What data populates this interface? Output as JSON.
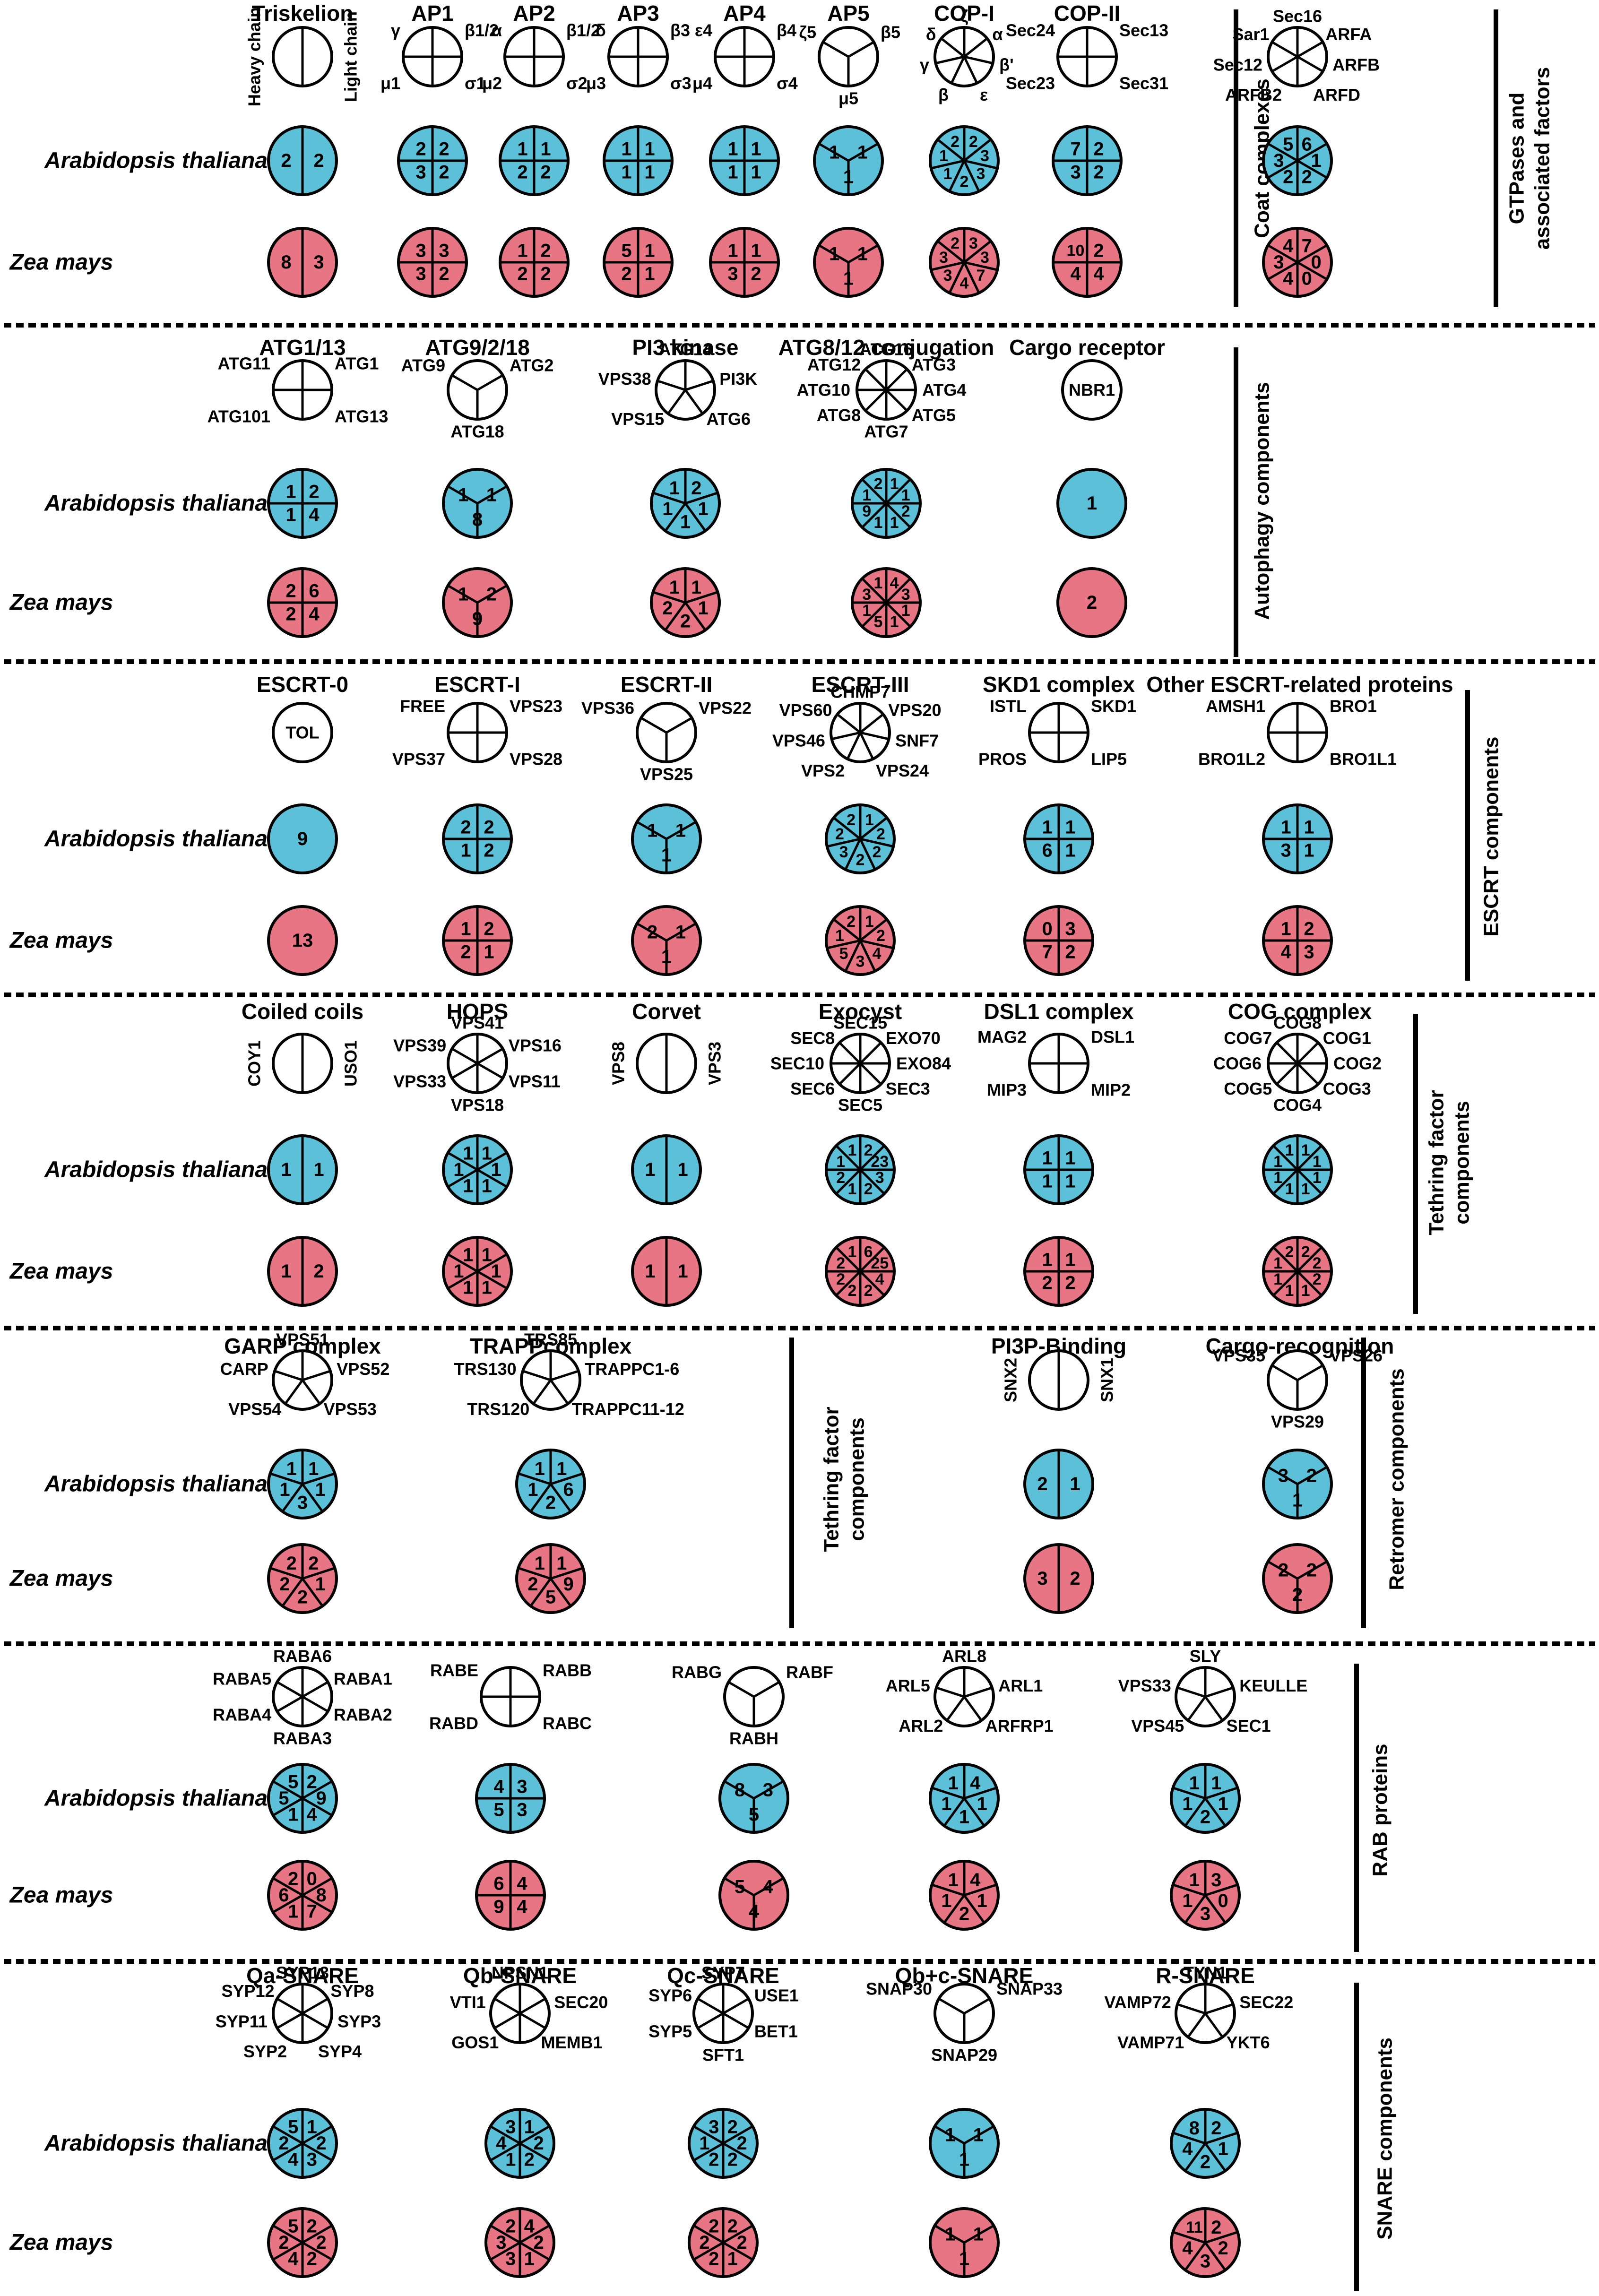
{
  "species": {
    "at": "Arabidopsis thaliana",
    "zm": "Zea mays"
  },
  "colors": {
    "at": "#5bc0d8",
    "zm": "#e87583",
    "line": "#000000"
  },
  "side_labels": [
    {
      "text": "Coat complexes"
    },
    {
      "text": "GTPases and associated factors"
    },
    {
      "text": "Autophagy components"
    },
    {
      "text": "ESCRT components"
    },
    {
      "text": "Tethring factor components"
    },
    {
      "text": "Tethring factor components"
    },
    {
      "text": "Retromer components"
    },
    {
      "text": "RAB proteins"
    },
    {
      "text": "SNARE components"
    }
  ],
  "complexes": [
    {
      "title": "Triskelion",
      "pattern": "v2",
      "labels": [
        "Heavy chain",
        "Light chain"
      ],
      "at": [
        "2",
        "2"
      ],
      "zm": [
        "8",
        "3"
      ]
    },
    {
      "title": "AP1",
      "pattern": "x4",
      "labels": [
        "γ",
        "β1/2",
        "μ1",
        "σ1"
      ],
      "at": [
        "3",
        "2",
        "2",
        "2"
      ],
      "zm": [
        "3",
        "2",
        "3",
        "3"
      ]
    },
    {
      "title": "AP2",
      "pattern": "x4",
      "labels": [
        "α",
        "β1/2",
        "μ2",
        "σ2"
      ],
      "at": [
        "2",
        "2",
        "1",
        "1"
      ],
      "zm": [
        "2",
        "2",
        "1",
        "2"
      ]
    },
    {
      "title": "AP3",
      "pattern": "x4",
      "labels": [
        "δ",
        "β3",
        "μ3",
        "σ3"
      ],
      "at": [
        "1",
        "1",
        "1",
        "1"
      ],
      "zm": [
        "2",
        "1",
        "5",
        "1"
      ]
    },
    {
      "title": "AP4",
      "pattern": "x4",
      "labels": [
        "ε4",
        "β4",
        "μ4",
        "σ4"
      ],
      "at": [
        "1",
        "1",
        "1",
        "1"
      ],
      "zm": [
        "3",
        "2",
        "1",
        "1"
      ]
    },
    {
      "title": "AP5",
      "pattern": "y3",
      "labels": [
        "ζ5",
        "β5",
        "μ5"
      ],
      "at": [
        "1",
        "1",
        "1"
      ],
      "zm": [
        "1",
        "1",
        "1"
      ]
    },
    {
      "title": "COP-I",
      "pattern": "w7",
      "labels": [
        "ζ",
        "α",
        "β'",
        "ε",
        "β",
        "γ",
        "δ"
      ],
      "at": [
        "2",
        "3",
        "3",
        "2",
        "1",
        "1",
        "2"
      ],
      "zm": [
        "3",
        "3",
        "7",
        "4",
        "3",
        "3",
        "2"
      ]
    },
    {
      "title": "COP-II",
      "pattern": "x4",
      "labels": [
        "Sec24",
        "Sec13",
        "Sec23",
        "Sec31"
      ],
      "at": [
        "3",
        "2",
        "7",
        "2"
      ],
      "zm": [
        "4",
        "4",
        "10",
        "2"
      ]
    },
    {
      "title": "",
      "pattern": "w6",
      "labels": [
        "Sec16",
        "ARFA",
        "ARFB",
        "ARFD",
        "ARFB2",
        "Sec12",
        "Sar1"
      ],
      "at": [
        "6",
        "1",
        "2",
        "2",
        "3",
        "5"
      ],
      "zm": [
        "7",
        "0",
        "0",
        "4",
        "3",
        "4"
      ],
      "custom6": true
    },
    {
      "title": "ATG1/13",
      "pattern": "x4",
      "labels": [
        "ATG11",
        "ATG1",
        "ATG101",
        "ATG13"
      ],
      "at": [
        "1",
        "4",
        "1",
        "2"
      ],
      "zm": [
        "2",
        "4",
        "2",
        "6"
      ]
    },
    {
      "title": "ATG9/2/18",
      "pattern": "y3",
      "labels": [
        "ATG9",
        "ATG2",
        "ATG18"
      ],
      "at": [
        "1",
        "1",
        "8"
      ],
      "zm": [
        "1",
        "2",
        "9"
      ]
    },
    {
      "title": "PI3 kinase",
      "pattern": "w5",
      "labels": [
        "ATG14",
        "PI3K",
        "ATG6",
        "VPS15",
        "VPS38"
      ],
      "at": [
        "2",
        "1",
        "1",
        "1",
        "1"
      ],
      "zm": [
        "1",
        "1",
        "2",
        "2",
        "1"
      ]
    },
    {
      "title": "ATG8/12 conjugation",
      "pattern": "w8",
      "labels": [
        "ATG16",
        "ATG3",
        "ATG4",
        "ATG5",
        "ATG7",
        "ATG8",
        "ATG10",
        "ATG12"
      ],
      "at": [
        "1",
        "1",
        "2",
        "1",
        "1",
        "9",
        "1",
        "2"
      ],
      "zm": [
        "4",
        "3",
        "1",
        "1",
        "5",
        "1",
        "3",
        "1"
      ]
    },
    {
      "title": "Cargo receptor",
      "pattern": "single",
      "labels": [
        "NBR1"
      ],
      "at": [
        "1"
      ],
      "zm": [
        "2"
      ]
    },
    {
      "title": "ESCRT-0",
      "pattern": "single",
      "labels": [
        "TOL"
      ],
      "at": [
        "9"
      ],
      "zm": [
        "13"
      ]
    },
    {
      "title": "ESCRT-I",
      "pattern": "x4",
      "labels": [
        "FREE",
        "VPS23",
        "VPS37",
        "VPS28"
      ],
      "at": [
        "1",
        "2",
        "2",
        "2"
      ],
      "zm": [
        "2",
        "1",
        "1",
        "2"
      ]
    },
    {
      "title": "ESCRT-II",
      "pattern": "y3",
      "labels": [
        "VPS36",
        "VPS22",
        "VPS25"
      ],
      "at": [
        "1",
        "1",
        "1"
      ],
      "zm": [
        "2",
        "1",
        "1"
      ]
    },
    {
      "title": "ESCRT-III",
      "pattern": "w7",
      "labels": [
        "CHMP7",
        "VPS20",
        "SNF7",
        "VPS24",
        "VPS2",
        "VPS46",
        "VPS60"
      ],
      "at": [
        "1",
        "2",
        "2",
        "2",
        "3",
        "2",
        "2"
      ],
      "zm": [
        "1",
        "2",
        "4",
        "3",
        "5",
        "1",
        "2"
      ]
    },
    {
      "title": "SKD1 complex",
      "pattern": "x4",
      "labels": [
        "ISTL",
        "SKD1",
        "PROS",
        "LIP5"
      ],
      "at": [
        "6",
        "1",
        "1",
        "1"
      ],
      "zm": [
        "7",
        "2",
        "0",
        "3"
      ]
    },
    {
      "title": "Other ESCRT-related proteins",
      "pattern": "x4",
      "labels": [
        "AMSH1",
        "BRO1",
        "BRO1L2",
        "BRO1L1"
      ],
      "at": [
        "3",
        "1",
        "1",
        "1"
      ],
      "zm": [
        "4",
        "3",
        "1",
        "2"
      ]
    },
    {
      "title": "Coiled coils",
      "pattern": "v2",
      "labels": [
        "COY1",
        "USO1"
      ],
      "at": [
        "1",
        "1"
      ],
      "zm": [
        "1",
        "2"
      ]
    },
    {
      "title": "HOPS",
      "pattern": "w6",
      "labels": [
        "VPS41",
        "VPS16",
        "VPS11",
        "VPS18",
        "VPS33",
        "VPS39"
      ],
      "at": [
        "1",
        "1",
        "1",
        "1",
        "1",
        "1"
      ],
      "zm": [
        "1",
        "1",
        "1",
        "1",
        "1",
        "1"
      ]
    },
    {
      "title": "Corvet",
      "pattern": "v2",
      "labels": [
        "VPS8",
        "VPS3"
      ],
      "at": [
        "1",
        "1"
      ],
      "zm": [
        "1",
        "1"
      ]
    },
    {
      "title": "Exocyst",
      "pattern": "w8",
      "labels": [
        "SEC15",
        "EXO70",
        "EXO84",
        "SEC3",
        "SEC5",
        "SEC6",
        "SEC10",
        "SEC8"
      ],
      "at": [
        "2",
        "23",
        "3",
        "2",
        "1",
        "2",
        "1",
        "1"
      ],
      "zm": [
        "6",
        "25",
        "4",
        "2",
        "2",
        "2",
        "2",
        "1"
      ]
    },
    {
      "title": "DSL1 complex",
      "pattern": "x4",
      "labels": [
        "MAG2",
        "DSL1",
        "MIP3",
        "MIP2"
      ],
      "at": [
        "1",
        "1",
        "1",
        "1"
      ],
      "zm": [
        "2",
        "2",
        "1",
        "1"
      ]
    },
    {
      "title": "COG complex",
      "pattern": "w8",
      "labels": [
        "COG8",
        "COG1",
        "COG2",
        "COG3",
        "COG4",
        "COG5",
        "COG6",
        "COG7"
      ],
      "at": [
        "1",
        "1",
        "1",
        "1",
        "1",
        "1",
        "1",
        "1"
      ],
      "zm": [
        "2",
        "2",
        "2",
        "1",
        "1",
        "1",
        "1",
        "2"
      ]
    },
    {
      "title": "GARP complex",
      "pattern": "w5",
      "labels": [
        "VPS51",
        "VPS52",
        "VPS53",
        "VPS54",
        "CARP"
      ],
      "at": [
        "1",
        "1",
        "3",
        "1",
        "1"
      ],
      "zm": [
        "2",
        "1",
        "2",
        "2",
        "2"
      ]
    },
    {
      "title": "TRAPPcomplex",
      "pattern": "w5",
      "labels": [
        "TRS85",
        "TRAPPC1-6",
        "TRAPPC11-12",
        "TRS120",
        "TRS130"
      ],
      "at": [
        "1",
        "6",
        "2",
        "1",
        "1"
      ],
      "zm": [
        "1",
        "9",
        "5",
        "2",
        "1"
      ]
    },
    {
      "title": "PI3P-Binding",
      "pattern": "v2",
      "labels": [
        "SNX2",
        "SNX1"
      ],
      "at": [
        "2",
        "1"
      ],
      "zm": [
        "3",
        "2"
      ]
    },
    {
      "title": "Cargo-recognition",
      "pattern": "y3",
      "labels": [
        "VPS35",
        "VPS26",
        "VPS29"
      ],
      "at": [
        "3",
        "2",
        "1"
      ],
      "zm": [
        "2",
        "2",
        "2"
      ]
    },
    {
      "title": "",
      "pattern": "w6",
      "labels": [
        "RABA6",
        "RABA1",
        "RABA2",
        "RABA3",
        "RABA4",
        "RABA5"
      ],
      "at": [
        "2",
        "9",
        "4",
        "1",
        "5",
        "5"
      ],
      "zm": [
        "0",
        "8",
        "7",
        "1",
        "6",
        "2"
      ]
    },
    {
      "title": "",
      "pattern": "x4",
      "labels": [
        "RABE",
        "RABB",
        "RABD",
        "RABC"
      ],
      "at": [
        "5",
        "3",
        "4",
        "3"
      ],
      "zm": [
        "9",
        "4",
        "6",
        "4"
      ]
    },
    {
      "title": "",
      "pattern": "y3",
      "labels": [
        "RABG",
        "RABF",
        "RABH"
      ],
      "at": [
        "8",
        "3",
        "5"
      ],
      "zm": [
        "5",
        "4",
        "4"
      ]
    },
    {
      "title": "",
      "pattern": "w5",
      "labels": [
        "ARL8",
        "ARL1",
        "ARFRP1",
        "ARL2",
        "ARL5"
      ],
      "at": [
        "4",
        "1",
        "1",
        "1",
        "1"
      ],
      "zm": [
        "4",
        "1",
        "2",
        "1",
        "1"
      ]
    },
    {
      "title": "",
      "pattern": "w5",
      "labels": [
        "SLY",
        "KEULLE",
        "SEC1",
        "VPS45",
        "VPS33"
      ],
      "at": [
        "1",
        "1",
        "2",
        "1",
        "1"
      ],
      "zm": [
        "3",
        "0",
        "3",
        "1",
        "1"
      ]
    },
    {
      "title": "Qa-SNARE",
      "pattern": "w6",
      "labels": [
        "SYP13",
        "SYP8",
        "SYP3",
        "SYP4",
        "SYP2",
        "SYP11",
        "SYP12"
      ],
      "at": [
        "1",
        "2",
        "3",
        "4",
        "2",
        "5",
        "2"
      ],
      "zm": [
        "2",
        "2",
        "2",
        "4",
        "2",
        "5",
        "4"
      ],
      "snare6": true
    },
    {
      "title": "Qb-SNARE",
      "pattern": "w5",
      "labels": [
        "NPSN1",
        "SEC20",
        "MEMB1",
        "GOS1",
        "VTI1"
      ],
      "at": [
        "1",
        "2",
        "2",
        "1",
        "4",
        "3"
      ],
      "zm": [
        "4",
        "2",
        "1",
        "3",
        "3",
        "2"
      ],
      "qb": true
    },
    {
      "title": "Qc-SNARE",
      "pattern": "w6",
      "labels": [
        "SYP7",
        "USE1",
        "BET1",
        "SFT1",
        "SYP5",
        "SYP6"
      ],
      "at": [
        "2",
        "2",
        "2",
        "2",
        "1",
        "3"
      ],
      "zm": [
        "2",
        "2",
        "1",
        "2",
        "2",
        "2"
      ]
    },
    {
      "title": "Qb+c-SNARE",
      "pattern": "y3",
      "labels": [
        "SNAP30",
        "SNAP33",
        "SNAP29"
      ],
      "at": [
        "1",
        "1",
        "1"
      ],
      "zm": [
        "1",
        "1",
        "1"
      ]
    },
    {
      "title": "R-SNARE",
      "pattern": "w5",
      "labels": [
        "TYN1",
        "SEC22",
        "YKT6",
        "VAMP71",
        "VAMP72"
      ],
      "at": [
        "2",
        "1",
        "2",
        "4",
        "8"
      ],
      "zm": [
        "2",
        "2",
        "3",
        "4",
        "11"
      ]
    }
  ]
}
